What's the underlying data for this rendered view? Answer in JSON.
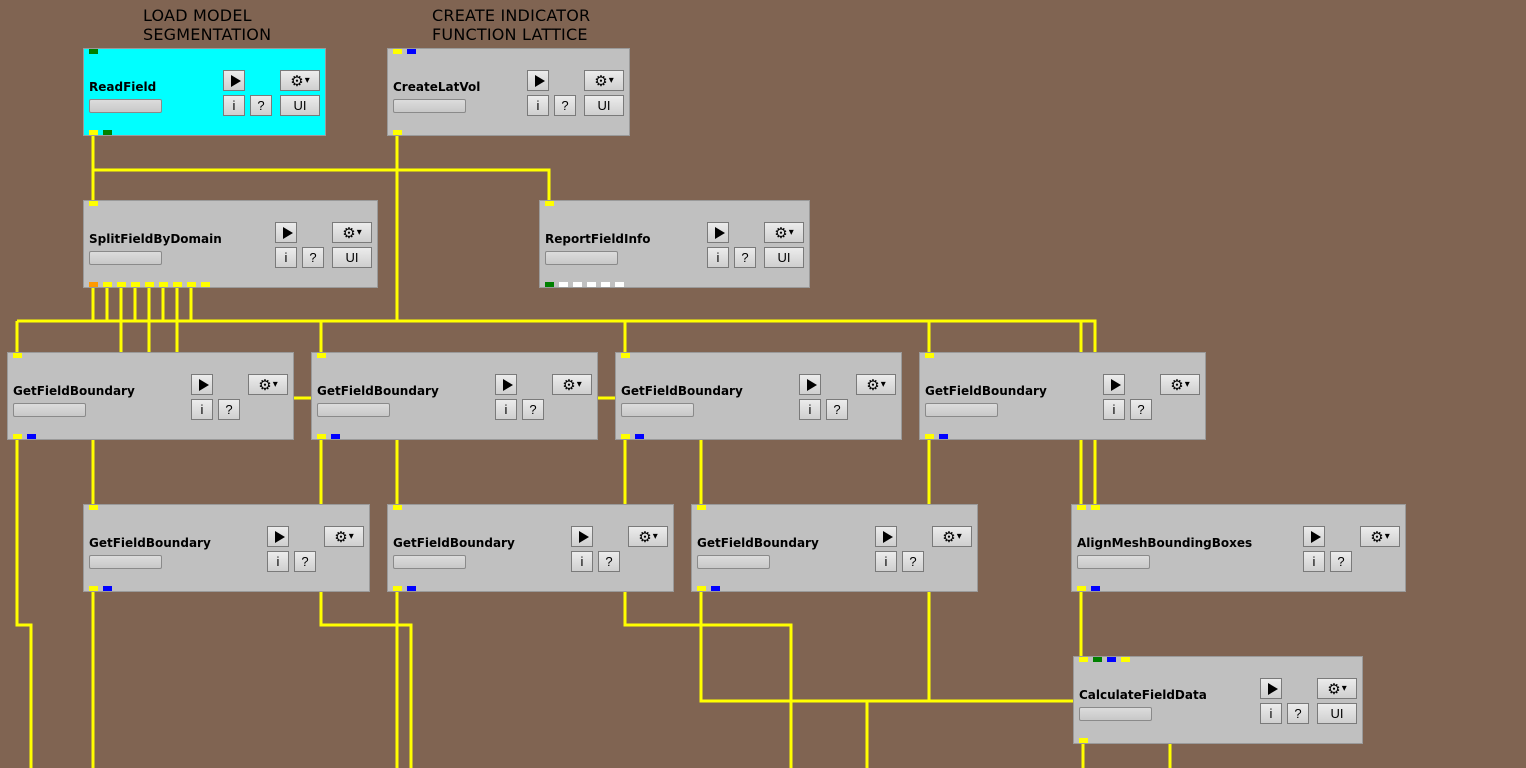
{
  "notes": [
    {
      "id": "note-load-model",
      "lines": [
        "LOAD MODEL",
        "SEGMENTATION"
      ]
    },
    {
      "id": "note-create-indicator",
      "lines": [
        "CREATE INDICATOR",
        "FUNCTION LATTICE"
      ]
    }
  ],
  "modules": [
    {
      "id": "readfield",
      "title": "ReadField",
      "selected": true,
      "has_ui": true
    },
    {
      "id": "createlatvol",
      "title": "CreateLatVol",
      "has_ui": true
    },
    {
      "id": "splitfield",
      "title": "SplitFieldByDomain",
      "has_ui": true
    },
    {
      "id": "reportfieldinfo",
      "title": "ReportFieldInfo",
      "has_ui": true
    },
    {
      "id": "gfb1",
      "title": "GetFieldBoundary",
      "has_ui": false
    },
    {
      "id": "gfb2",
      "title": "GetFieldBoundary",
      "has_ui": false
    },
    {
      "id": "gfb3",
      "title": "GetFieldBoundary",
      "has_ui": false
    },
    {
      "id": "gfb4",
      "title": "GetFieldBoundary",
      "has_ui": false
    },
    {
      "id": "gfb5",
      "title": "GetFieldBoundary",
      "has_ui": false
    },
    {
      "id": "gfb6",
      "title": "GetFieldBoundary",
      "has_ui": false
    },
    {
      "id": "gfb7",
      "title": "GetFieldBoundary",
      "has_ui": false
    },
    {
      "id": "alignmesh",
      "title": "AlignMeshBoundingBoxes",
      "has_ui": false
    },
    {
      "id": "calcfield",
      "title": "CalculateFieldData",
      "has_ui": true
    }
  ],
  "buttons": {
    "info": "i",
    "help": "?",
    "ui": "UI",
    "gear": "⚙",
    "caret": "▾"
  },
  "icons": {
    "execute": "play-icon",
    "menu": "gear-icon"
  },
  "colors": {
    "background": "#806452",
    "module": "#c0c0c0",
    "selected": "#00ffff",
    "wire": "#ffff00",
    "port_field": "#ffff00",
    "port_matrix": "#0000ff",
    "port_nrrd": "#008000",
    "port_string": "#ffffff",
    "port_orange": "#ff9900"
  }
}
